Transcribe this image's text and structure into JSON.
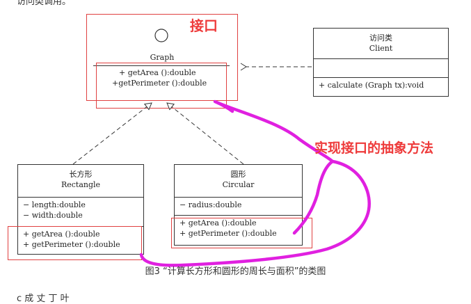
{
  "top_fragment": "访问类调用。",
  "graph_interface": {
    "name": "Graph",
    "methods": [
      "+ getArea ():double",
      "+getPerimeter ():double"
    ]
  },
  "client_class": {
    "name_cn": "访问类",
    "name": "Client",
    "methods": [
      "+ calculate (Graph tx):void"
    ]
  },
  "rectangle_class": {
    "name_cn": "长方形",
    "name": "Rectangle",
    "attributes": [
      "− length:double",
      "− width:double"
    ],
    "methods": [
      "+ getArea ():double",
      "+ getPerimeter ():double"
    ]
  },
  "circular_class": {
    "name_cn": "圆形",
    "name": "Circular",
    "attributes": [
      "− radius:double"
    ],
    "methods": [
      "+ getArea ():double",
      "+ getPerimeter ():double"
    ]
  },
  "annotations": {
    "interface_label": "接口",
    "implement_label": "实现接口的抽象方法"
  },
  "caption": "图3 “计算长方形和圆形的周长与面积”的类图",
  "bottom_fragment": "c 成 丈 丁 叶",
  "colors": {
    "annotation_red": "#ee3b3b",
    "box_red": "#e04040",
    "scribble_magenta": "#e020e0",
    "line": "#333333"
  }
}
